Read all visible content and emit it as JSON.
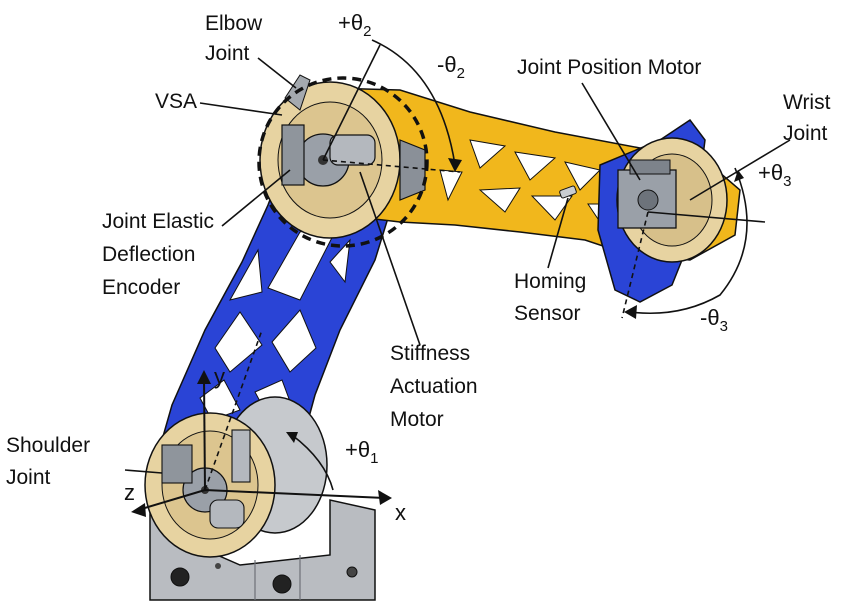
{
  "colors": {
    "link_blue": "#2a44d6",
    "link_yellow": "#f1b71c",
    "housing_tan": "#e7d3a1",
    "motor_gray": "#9aa0a8",
    "base_gray": "#b9bcc1",
    "outline": "#111111"
  },
  "labels": {
    "elbow_joint": [
      "Elbow",
      "Joint"
    ],
    "vsa": "VSA",
    "joint_elastic_deflection_encoder": [
      "Joint Elastic",
      "Deflection",
      "Encoder"
    ],
    "joint_position_motor": "Joint Position Motor",
    "wrist_joint": [
      "Wrist",
      "Joint"
    ],
    "homing_sensor": [
      "Homing",
      "Sensor"
    ],
    "stiffness_actuation_motor": [
      "Stiffness",
      "Actuation",
      "Motor"
    ],
    "shoulder_joint": [
      "Shoulder",
      "Joint"
    ]
  },
  "angles": {
    "theta1_pos": {
      "sign": "+θ",
      "sub": "1"
    },
    "theta2_pos": {
      "sign": "+θ",
      "sub": "2"
    },
    "theta2_neg": {
      "sign": "-θ",
      "sub": "2"
    },
    "theta3_pos": {
      "sign": "+θ",
      "sub": "3"
    },
    "theta3_neg": {
      "sign": "-θ",
      "sub": "3"
    }
  },
  "axes": {
    "x": "x",
    "y": "y",
    "z": "z"
  }
}
